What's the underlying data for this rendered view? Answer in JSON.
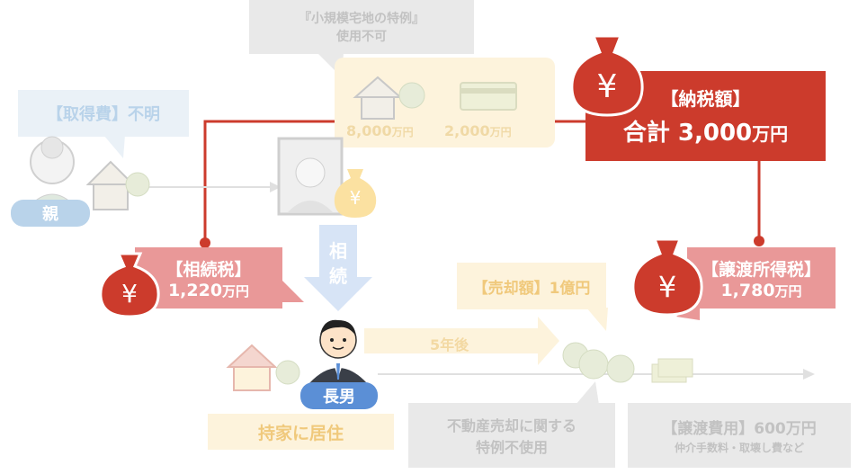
{
  "special_rule_box": {
    "line1": "『小規模宅地の特例』",
    "line2": "使用不可"
  },
  "acquisition_cost": "【取得費】不明",
  "parent": {
    "label": "親"
  },
  "house_value": {
    "amount": "8,000",
    "unit": "万円"
  },
  "cash_value": {
    "amount": "2,000",
    "unit": "万円"
  },
  "total_tax": {
    "title": "【納税額】",
    "prefix": "合計 ",
    "amount": "3,000",
    "unit": "万円"
  },
  "yen_symbol": "¥",
  "inheritance": {
    "label": "相\n続"
  },
  "inheritance_tax": {
    "title": "【相続税】",
    "amount": "1,220",
    "unit": "万円"
  },
  "sale_amount": {
    "title": "【売却額】",
    "amount": "1億円"
  },
  "transfer_income_tax": {
    "title": "【譲渡所得税】",
    "amount": "1,780",
    "unit": "万円"
  },
  "years_later": "5年後",
  "eldest_son": {
    "label": "長男"
  },
  "owner_residence": "持家に居住",
  "real_estate_rule": {
    "line1": "不動産売却に関する",
    "line2": "特例不使用"
  },
  "transfer_cost": {
    "title": "【譲渡費用】600万円",
    "note": "仲介手数料・取壊し費など"
  },
  "colors": {
    "red": "#cc3b2c",
    "pink": "#e99898",
    "grey_box": "#e9e9e9",
    "yellow_box": "#fdf3dc",
    "blue": "#5b8fd6"
  }
}
